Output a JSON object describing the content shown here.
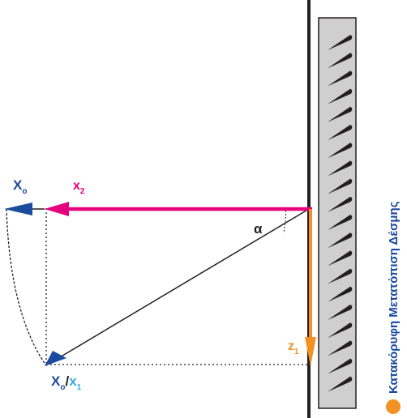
{
  "labels": {
    "x0": "X",
    "x0_sub": "o",
    "x2": "x",
    "x2_sub": "2",
    "alpha": "α",
    "z1": "z",
    "z1_sub": "1",
    "bottom_x": "X",
    "bottom_x_sub": "o",
    "bottom_slash": "/",
    "bottom_x1": "x",
    "bottom_x1_sub": "1"
  },
  "legend": {
    "text": "Κατακόρυφη Μετατόπιση Δέσμης"
  },
  "colors": {
    "magenta": "#e6007e",
    "orange": "#f39222",
    "blue": "#1a4b9c",
    "cyan": "#29abe2",
    "black": "#231f20",
    "wall_fill": "#cfcfcf",
    "wall_stroke": "#231f20"
  },
  "icons": {
    "legend_marker": "orange-dot-icon",
    "wall_pattern": "hatch-tooth-icon"
  }
}
